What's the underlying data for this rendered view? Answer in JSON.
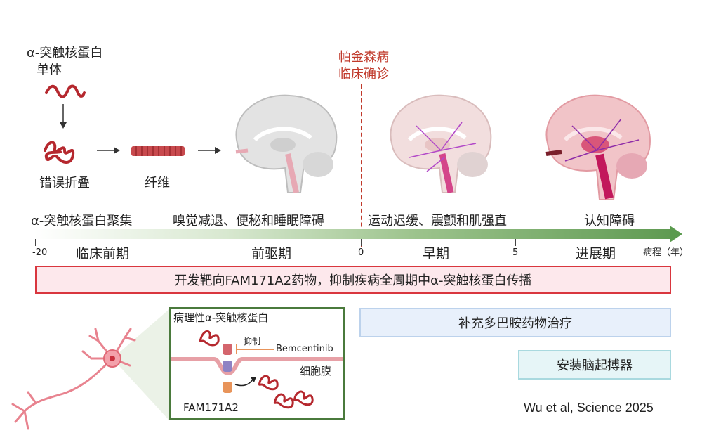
{
  "monomer_label": [
    "α-突触核蛋白",
    "单体"
  ],
  "misfold_label": "错误折叠",
  "fiber_label": "纤维",
  "diagnosis_label": [
    "帕金森病",
    "临床确诊"
  ],
  "stage_symptoms": {
    "aggregation": "α-突触核蛋白聚集",
    "prodromal_symptoms": "嗅觉减退、便秘和睡眠障碍",
    "early_symptoms": "运动迟缓、震颤和肌强直",
    "late_symptoms": "认知障碍"
  },
  "axis": {
    "ticks": [
      "-20",
      "0",
      "5"
    ],
    "phases": [
      "临床前期",
      "前驱期",
      "早期",
      "进展期"
    ],
    "unit_label": "病程（年）"
  },
  "treatments": {
    "main": "开发靶向FAM171A2药物，抑制疾病全周期中α-突触核蛋白传播",
    "dopamine": "补充多巴胺药物治疗",
    "pacemaker": "安装脑起搏器"
  },
  "inset": {
    "title": "病理性α-突触核蛋白",
    "inhibit": "抑制",
    "drug": "Bemcentinib",
    "membrane": "细胞膜",
    "receptor": "FAM171A2"
  },
  "citation": "Wu et al, Science 2025",
  "colors": {
    "accent_red": "#c0392b",
    "axis_green": "#5a9a4e",
    "protein_red": "#b5282e"
  }
}
